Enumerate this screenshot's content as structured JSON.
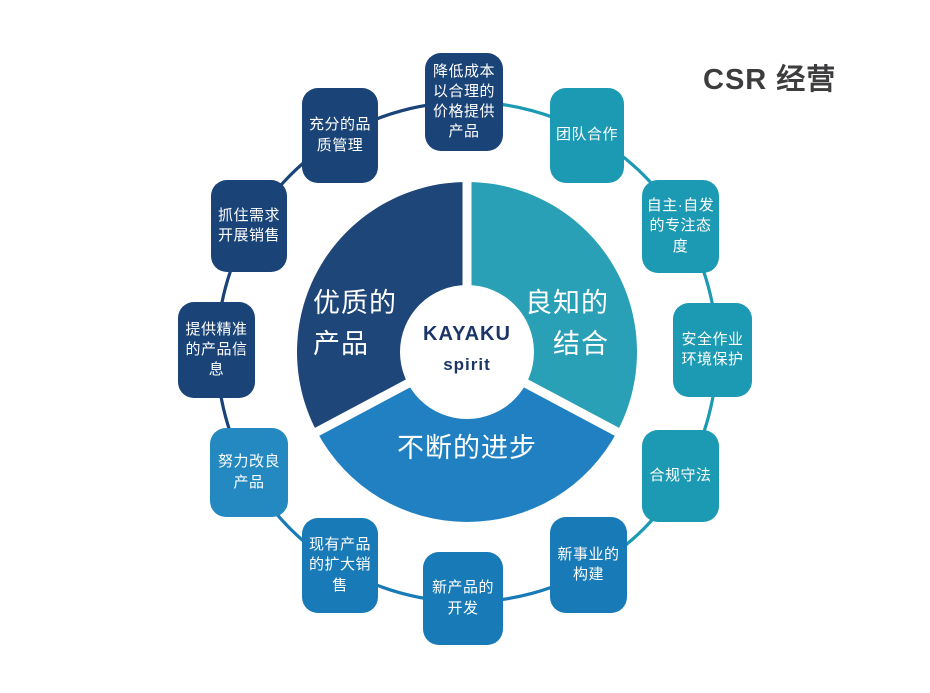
{
  "title": "CSR 经营",
  "center": {
    "brand": "KAYAKU",
    "sub": "spirit"
  },
  "palette": {
    "navy": "#1a4377",
    "teal": "#1d9ab3",
    "blue": "#187ab6",
    "segment_navy": "#1e4679",
    "segment_teal": "#2aa0b6",
    "segment_blue": "#2080c2",
    "title_color": "#3d3d3f",
    "center_text_color": "#1b3666"
  },
  "donut": {
    "segments": [
      {
        "name": "quality-products",
        "label": "优质的\n产品",
        "color": "#1e4679"
      },
      {
        "name": "conscience-combination",
        "label": "良知的\n结合",
        "color": "#2aa0b6"
      },
      {
        "name": "continuous-progress",
        "label": "不断的进步",
        "color": "#2080c2"
      }
    ]
  },
  "nodes": [
    {
      "name": "cost-reduction",
      "label": "降低成本\n以合理的\n价格提供\n产品",
      "color": "#1a4377"
    },
    {
      "name": "teamwork",
      "label": "团队合作",
      "color": "#1d9ab3"
    },
    {
      "name": "autonomous-attitude",
      "label": "自主·自发\n的专注态\n度",
      "color": "#1d9ab3"
    },
    {
      "name": "safe-work-environment",
      "label": "安全作业\n环境保护",
      "color": "#1d9ab3"
    },
    {
      "name": "compliance",
      "label": "合规守法",
      "color": "#1d9ab3"
    },
    {
      "name": "new-business",
      "label": "新事业的\n构建",
      "color": "#187ab6"
    },
    {
      "name": "new-product-dev",
      "label": "新产品的\n开发",
      "color": "#187ab6"
    },
    {
      "name": "existing-product-sales",
      "label": "现有产品\n的扩大销\n售",
      "color": "#187ab6"
    },
    {
      "name": "product-improvement",
      "label": "努力改良\n产品",
      "color": "#2489c0"
    },
    {
      "name": "precise-product-info",
      "label": "提供精准\n的产品信\n息",
      "color": "#1a4377"
    },
    {
      "name": "demand-driven-sales",
      "label": "抓住需求\n开展销售",
      "color": "#1a4377"
    },
    {
      "name": "quality-management",
      "label": "充分的品\n质管理",
      "color": "#1a4377"
    }
  ]
}
